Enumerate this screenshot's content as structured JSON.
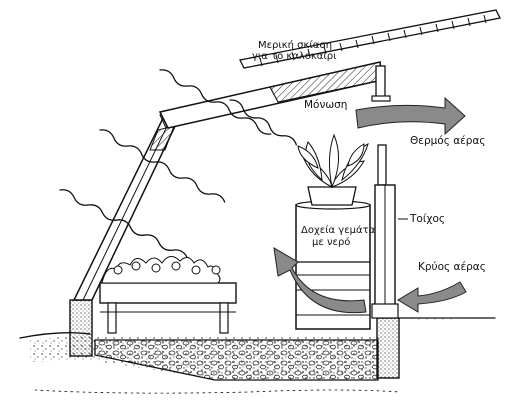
{
  "labels": {
    "shading_line1": "Μερική σκίαση",
    "shading_line2": "για το καλοκαίρι",
    "insulation": "Μόνωση",
    "warm_air": "Θερμός αέρας",
    "wall": "Τοίχος",
    "containers_line1": "Δοχεία γεμάτα",
    "containers_line2": "με νερό",
    "cool_air": "Κρύος αέρας"
  },
  "colors": {
    "ink": "#111111",
    "arrow_gray": "#8a8a8a",
    "background": "#ffffff"
  },
  "icons": {
    "sun_rays": "wavy-lines",
    "air_flow": "curved-arrows"
  }
}
